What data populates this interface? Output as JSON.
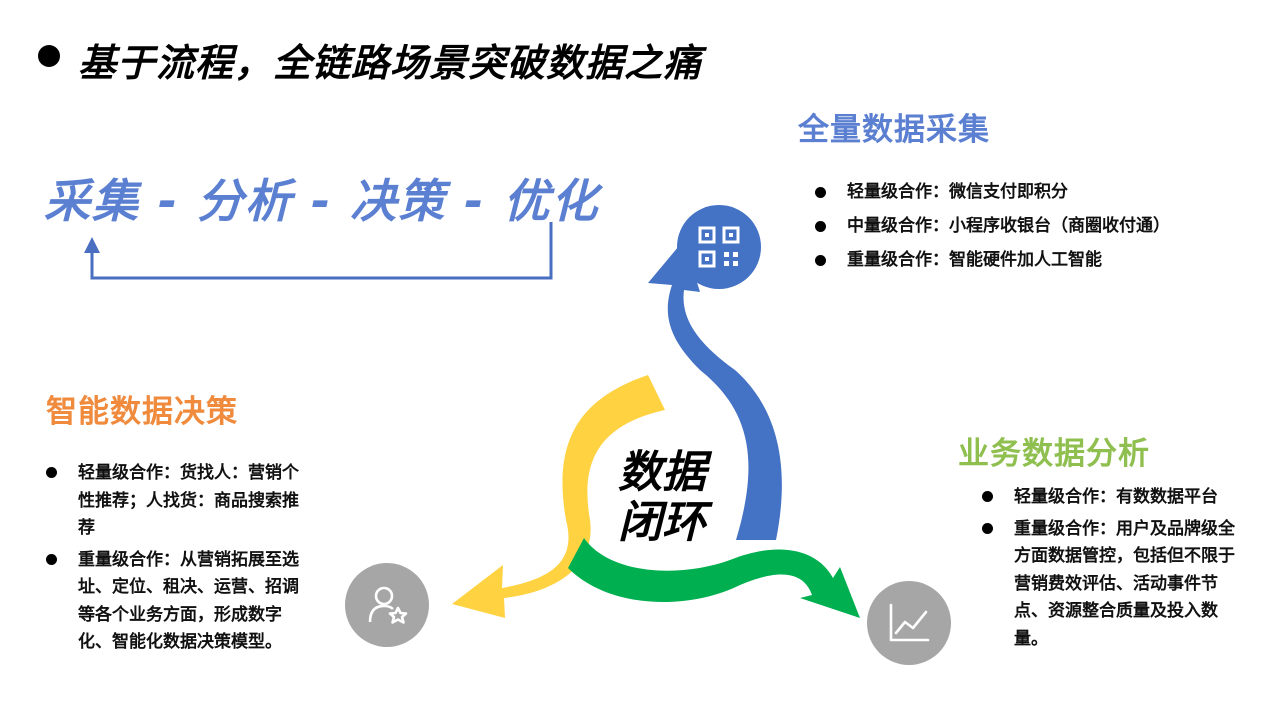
{
  "title": "基于流程，全链路场景突破数据之痛",
  "flow_text": "采集 - 分析 - 决策 - 优化",
  "center_label": {
    "line1": "数据",
    "line2": "闭环"
  },
  "colors": {
    "blue": "#4472c4",
    "yellow": "#ffd242",
    "green": "#00b050",
    "gray": "#a6a6a6",
    "accent_blue": "#5b7fd1",
    "accent_orange": "#f08a3c",
    "accent_green": "#8fbf4f"
  },
  "sections": {
    "collect": {
      "title": "全量数据采集",
      "icon": "qr-code-icon",
      "items": [
        "轻量级合作：微信支付即积分",
        "中量级合作：小程序收银台（商圈收付通）",
        "重量级合作：智能硬件加人工智能"
      ]
    },
    "decision": {
      "title": "智能数据决策",
      "icon": "user-star-icon",
      "items": [
        "轻量级合作：货找人：营销个性推荐；人找货：商品搜索推荐",
        "重量级合作：从营销拓展至选址、定位、租决、运营、招调等各个业务方面，形成数字化、智能化数据决策模型。"
      ]
    },
    "analysis": {
      "title": "业务数据分析",
      "icon": "line-chart-icon",
      "items": [
        "轻量级合作：有数数据平台",
        "重量级合作：用户及品牌级全方面数据管控，包括但不限于营销费效评估、活动事件节点、资源整合质量及投入数量。"
      ]
    }
  }
}
